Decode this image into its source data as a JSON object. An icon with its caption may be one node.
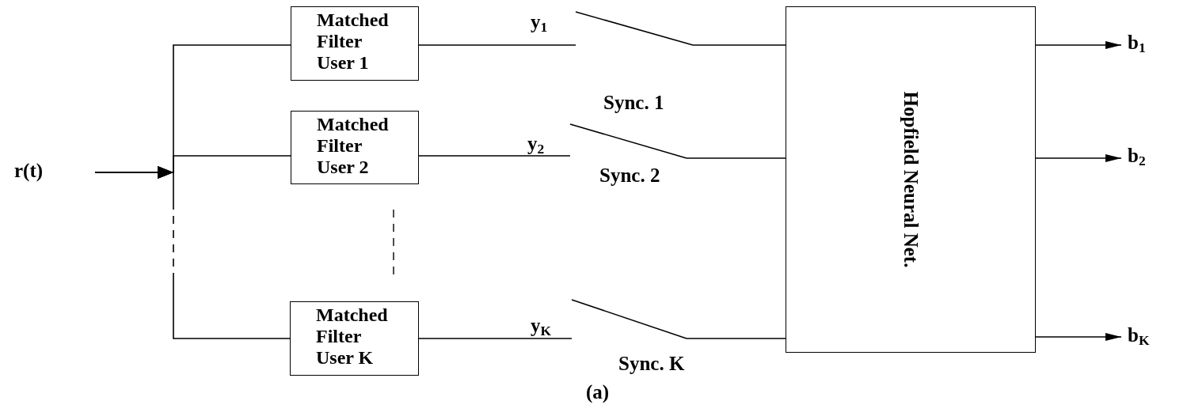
{
  "diagram": {
    "caption": "(a)",
    "nodes": [
      {
        "text": [
          "r(t)"
        ]
      },
      {
        "text": [
          "Matched Filter User 1"
        ]
      },
      {
        "text": [
          "Matched Filter User 2"
        ]
      },
      {
        "text": [
          "Matched Filter User K"
        ]
      },
      {
        "text": [
          "Sync. 1"
        ]
      },
      {
        "text": [
          "Sync. 2"
        ]
      },
      {
        "text": [
          "Sync. K"
        ]
      },
      {
        "text": [
          "Hopfield Neural Net."
        ]
      },
      {
        "text": [
          "b$_{1}$"
        ]
      },
      {
        "text": [
          "b$_{2}$"
        ]
      },
      {
        "text": [
          "b$_{K}$"
        ]
      }
    ],
    "edges": [
      {
        "from": 0,
        "to": 1,
        "arrow": "to"
      },
      {
        "from": 0,
        "to": 2,
        "arrow": "to"
      },
      {
        "from": 0,
        "to": 3,
        "arrow": "to",
        "style": "dashed"
      },
      {
        "from": 1,
        "to": 4,
        "arrow": "none",
        "label": "y$_{1}$"
      },
      {
        "from": 2,
        "to": 5,
        "arrow": "none",
        "label": "y$_{2}$"
      },
      {
        "from": 3,
        "to": 6,
        "arrow": "none",
        "label": "y$_{K}$"
      },
      {
        "from": 4,
        "to": 7,
        "arrow": "none"
      },
      {
        "from": 5,
        "to": 7,
        "arrow": "none"
      },
      {
        "from": 6,
        "to": 7,
        "arrow": "none"
      },
      {
        "from": 7,
        "to": 8,
        "arrow": "to"
      },
      {
        "from": 7,
        "to": 9,
        "arrow": "to"
      },
      {
        "from": 7,
        "to": 10,
        "arrow": "to"
      }
    ]
  }
}
